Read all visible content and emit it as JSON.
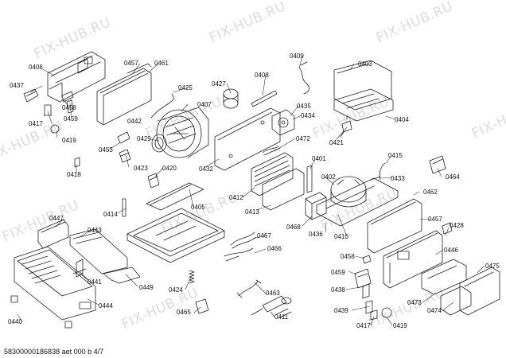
{
  "diagram": {
    "watermark": "FIX-HUB.RU",
    "footer": "58300000186838 aet 000 b 4/7",
    "part_labels": [
      "0406",
      "0457",
      "0461",
      "0437",
      "0425",
      "0427",
      "0408",
      "0409",
      "0403",
      "0458",
      "0407",
      "0442",
      "0435",
      "0417",
      "0459",
      "0434",
      "0404",
      "0419",
      "0453",
      "0429",
      "0472",
      "0421",
      "0418",
      "0423",
      "0420",
      "0432",
      "0401",
      "0415",
      "0402",
      "0433",
      "0464",
      "0412",
      "0414",
      "0405",
      "0413",
      "0462",
      "0447",
      "0443",
      "0468",
      "0436",
      "0410",
      "0457",
      "0428",
      "0467",
      "0446",
      "0466",
      "0458",
      "0475",
      "0441",
      "0449",
      "0424",
      "0459",
      "0463",
      "0438",
      "0473",
      "0465",
      "0474",
      "0439",
      "0444",
      "0411",
      "0440",
      "0417",
      "0419"
    ]
  }
}
